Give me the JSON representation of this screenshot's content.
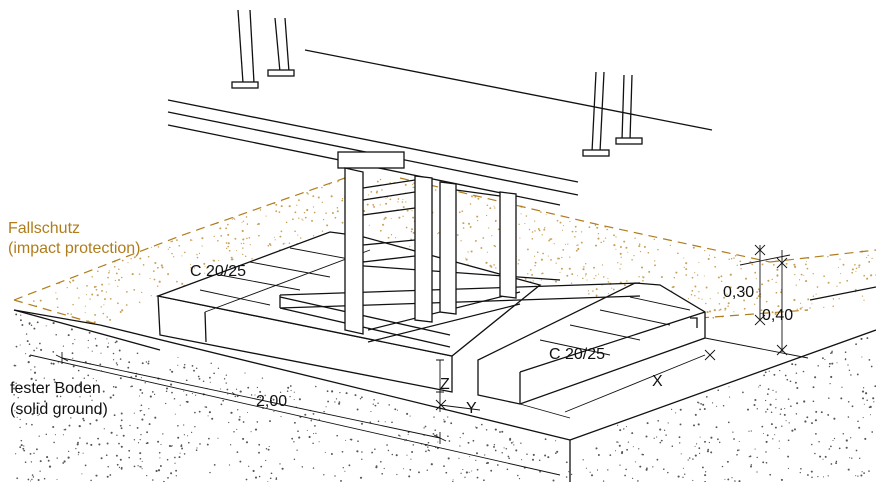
{
  "labels": {
    "fallschutz": "Fallschutz",
    "impact_protection": "(impact protection)",
    "concrete_left": "C 20/25",
    "concrete_right": "C 20/25",
    "solid_ground_de": "fester Boden",
    "solid_ground_en": "(solid ground)",
    "dim_length": "2,00",
    "dim_z": "Z",
    "dim_y": "Y",
    "dim_x": "X",
    "dim_030": "0,30",
    "dim_040": "0,40"
  },
  "colors": {
    "line": "#111111",
    "fallschutz": "#b07d1c",
    "fallschutz_dots": "#c9a25a",
    "ground_dots": "#555555"
  }
}
